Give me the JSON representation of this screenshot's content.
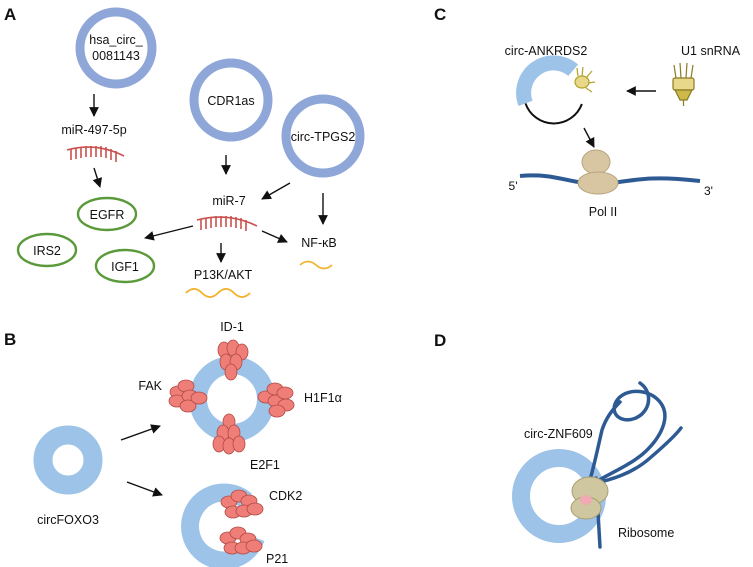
{
  "colors": {
    "circ_ring_dark": "#8fa6d8",
    "circ_ring_light": "#9ec3e8",
    "mirna": "#c9524f",
    "protein_ellipse": "#5a9a3a",
    "mrna_wave": "#f2b32e",
    "protein_blob": "#ef7e78",
    "dna_strand": "#2e5a94",
    "pol2": "#d8c6a3",
    "ribosome": "#cfc7a0"
  },
  "panel_a": {
    "letter": "A",
    "circ_hsa_line1": "hsa_circ_",
    "circ_hsa_line2": "0081143",
    "circ_cdr1as": "CDR1as",
    "circ_tpgs2": "circ-TPGS2",
    "mir_497": "miR-497-5p",
    "mir_7": "miR-7",
    "egfr": "EGFR",
    "irs2": "IRS2",
    "igf1": "IGF1",
    "pi3k": "P13K/AKT",
    "nfkb": "NF-κB"
  },
  "panel_b": {
    "letter": "B",
    "id1": "ID-1",
    "fak": "FAK",
    "hif": "H1F1α",
    "e2f1": "E2F1",
    "circ_foxo3": "circFOXO3",
    "cdk2": "CDK2",
    "p21": "P21"
  },
  "panel_c": {
    "letter": "C",
    "circ_ankrds2": "circ-ANKRDS2",
    "u1": "U1 snRNA",
    "five_prime": "5'",
    "three_prime": "3'",
    "pol2": "Pol II"
  },
  "panel_d": {
    "letter": "D",
    "circ_znf609": "circ-ZNF609",
    "ribosome": "Ribosome"
  }
}
